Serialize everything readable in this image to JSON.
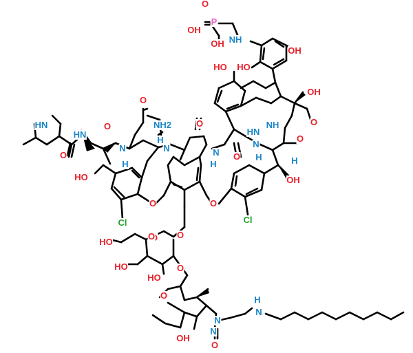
{
  "structure": {
    "atom_labels": [
      {
        "id": "p",
        "text": "P",
        "element": "P"
      },
      {
        "id": "o-p1",
        "text": "O",
        "element": "O"
      },
      {
        "id": "oh-p1",
        "text": "OH",
        "element": "O"
      },
      {
        "id": "oh-p2",
        "text": "OH",
        "element": "O"
      },
      {
        "id": "nh-p",
        "text": "NH",
        "element": "N"
      },
      {
        "id": "oh-r1",
        "text": "OH",
        "element": "O"
      },
      {
        "id": "oh-r2",
        "text": "HO",
        "element": "O"
      },
      {
        "id": "oh-r3",
        "text": "HO",
        "element": "O"
      },
      {
        "id": "oh-acid",
        "text": "OH",
        "element": "O"
      },
      {
        "id": "o-acid",
        "text": "O",
        "element": "O"
      },
      {
        "id": "nh-r",
        "text": "NH",
        "element": "N"
      },
      {
        "id": "o-amide1",
        "text": "O",
        "element": "O"
      },
      {
        "id": "nh2",
        "text": "NH2",
        "element": "N"
      },
      {
        "id": "o-amide2",
        "text": "O",
        "element": "O"
      },
      {
        "id": "hn-me",
        "text": "HN",
        "element": "N"
      },
      {
        "id": "hn-1",
        "text": "HN",
        "element": "N"
      },
      {
        "id": "o-amide3",
        "text": "O",
        "element": "O"
      },
      {
        "id": "o-amide4",
        "text": "O",
        "element": "O"
      },
      {
        "id": "nh-2",
        "text": "N",
        "element": "N"
      },
      {
        "id": "h-2",
        "text": "H",
        "element": "H"
      },
      {
        "id": "n-3",
        "text": "N",
        "element": "N"
      },
      {
        "id": "h-3",
        "text": "H",
        "element": "H"
      },
      {
        "id": "n-4",
        "text": "N",
        "element": "N"
      },
      {
        "id": "h-4",
        "text": "H",
        "element": "H"
      },
      {
        "id": "hn-5",
        "text": "HN",
        "element": "N"
      },
      {
        "id": "o-amide5",
        "text": "O",
        "element": "O"
      },
      {
        "id": "n-6",
        "text": "N",
        "element": "N"
      },
      {
        "id": "h-6",
        "text": "H",
        "element": "H"
      },
      {
        "id": "o-amide6",
        "text": "O",
        "element": "O"
      },
      {
        "id": "ho-left",
        "text": "HO",
        "element": "O"
      },
      {
        "id": "oh-right",
        "text": "OH",
        "element": "O"
      },
      {
        "id": "h-stereo",
        "text": "H",
        "element": "H"
      },
      {
        "id": "o-ether1",
        "text": "O",
        "element": "O"
      },
      {
        "id": "o-ether2",
        "text": "O",
        "element": "O"
      },
      {
        "id": "cl-1",
        "text": "Cl",
        "element": "Cl"
      },
      {
        "id": "cl-2",
        "text": "Cl",
        "element": "Cl"
      },
      {
        "id": "o-gly",
        "text": "O",
        "element": "O"
      },
      {
        "id": "ho-sug1",
        "text": "HO",
        "element": "O"
      },
      {
        "id": "o-ring1",
        "text": "O",
        "element": "O"
      },
      {
        "id": "o-link1",
        "text": "O",
        "element": "O"
      },
      {
        "id": "ho-sug2",
        "text": "HO",
        "element": "O"
      },
      {
        "id": "ho-sug3",
        "text": "HO",
        "element": "O"
      },
      {
        "id": "o-link2",
        "text": "O",
        "element": "O"
      },
      {
        "id": "o-ring2",
        "text": "O",
        "element": "O"
      },
      {
        "id": "n-nitroso",
        "text": "N",
        "element": "N"
      },
      {
        "id": "n-no",
        "text": "N",
        "element": "N"
      },
      {
        "id": "o-no",
        "text": "O",
        "element": "O"
      },
      {
        "id": "oh-bottom",
        "text": "OH",
        "element": "O"
      },
      {
        "id": "h-chain",
        "text": "H",
        "element": "H"
      },
      {
        "id": "n-chain",
        "text": "N",
        "element": "N"
      }
    ]
  }
}
